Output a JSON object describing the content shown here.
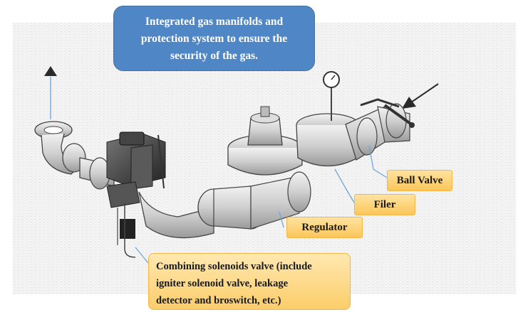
{
  "callout": {
    "lines": [
      "Integrated gas manifolds and",
      "protection system to ensure the",
      "security of the gas."
    ]
  },
  "labels": {
    "ball_valve": "Ball Valve",
    "filer": "Filer",
    "regulator": "Regulator"
  },
  "note": {
    "lines": [
      "Combining solenoids valve (include",
      "igniter solenoid valve, leakage",
      "detector and broswitch, etc.)"
    ]
  },
  "colors": {
    "callout_fill": "#4f86c6",
    "label_fill": "#fbc75a",
    "leader_line": "#6ea6d8"
  }
}
